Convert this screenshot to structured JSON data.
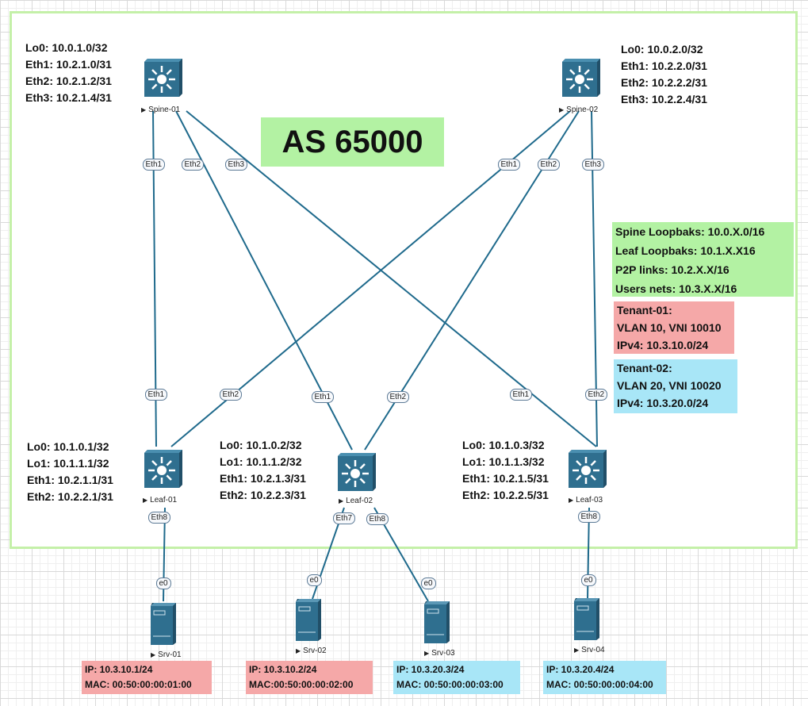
{
  "as_label": "AS 65000",
  "colors": {
    "as_border": "#c4f0a8",
    "as_title_bg": "#b3f2a3",
    "summary_bg": "#b3f2a3",
    "tenant1_bg": "#f5a8a8",
    "tenant2_bg": "#a8e6f7",
    "link": "#1f6a8c",
    "device": "#2f6f8f"
  },
  "devices": {
    "spine01": {
      "name": "Spine-01",
      "icon": "multilayer-switch-icon",
      "lines": [
        "Lo0: 10.0.1.0/32",
        "Eth1: 10.2.1.0/31",
        "Eth2: 10.2.1.2/31",
        "Eth3: 10.2.1.4/31"
      ]
    },
    "spine02": {
      "name": "Spine-02",
      "icon": "multilayer-switch-icon",
      "lines": [
        "Lo0: 10.0.2.0/32",
        "Eth1: 10.2.2.0/31",
        "Eth2: 10.2.2.2/31",
        "Eth3: 10.2.2.4/31"
      ]
    },
    "leaf01": {
      "name": "Leaf-01",
      "icon": "multilayer-switch-icon",
      "lines": [
        "Lo0: 10.1.0.1/32",
        "Lo1: 10.1.1.1/32",
        "Eth1: 10.2.1.1/31",
        "Eth2: 10.2.2.1/31"
      ]
    },
    "leaf02": {
      "name": "Leaf-02",
      "icon": "multilayer-switch-icon",
      "lines": [
        "Lo0: 10.1.0.2/32",
        "Lo1: 10.1.1.2/32",
        "Eth1: 10.2.1.3/31",
        "Eth2: 10.2.2.3/31"
      ]
    },
    "leaf03": {
      "name": "Leaf-03",
      "icon": "multilayer-switch-icon",
      "lines": [
        "Lo0: 10.1.0.3/32",
        "Lo1: 10.1.1.3/32",
        "Eth1: 10.2.1.5/31",
        "Eth2: 10.2.2.5/31"
      ]
    },
    "srv01": {
      "name": "Srv-01",
      "icon": "server-icon",
      "ip": "IP: 10.3.10.1/24",
      "mac": "MAC: 00:50:00:00:01:00"
    },
    "srv02": {
      "name": "Srv-02",
      "icon": "server-icon",
      "ip": "IP: 10.3.10.2/24",
      "mac": "MAC:00:50:00:00:02:00"
    },
    "srv03": {
      "name": "Srv-03",
      "icon": "server-icon",
      "ip": "IP: 10.3.20.3/24",
      "mac": "MAC: 00:50:00:00:03:00"
    },
    "srv04": {
      "name": "Srv-04",
      "icon": "server-icon",
      "ip": "IP: 10.3.20.4/24",
      "mac": "MAC: 00:50:00:00:04:00"
    }
  },
  "links": [
    {
      "a": "spine01",
      "a_port": "Eth1",
      "b": "leaf01",
      "b_port": "Eth1"
    },
    {
      "a": "spine01",
      "a_port": "Eth2",
      "b": "leaf02",
      "b_port": "Eth1"
    },
    {
      "a": "spine01",
      "a_port": "Eth3",
      "b": "leaf03",
      "b_port": "Eth1"
    },
    {
      "a": "spine02",
      "a_port": "Eth1",
      "b": "leaf01",
      "b_port": "Eth2"
    },
    {
      "a": "spine02",
      "a_port": "Eth2",
      "b": "leaf02",
      "b_port": "Eth2"
    },
    {
      "a": "spine02",
      "a_port": "Eth3",
      "b": "leaf03",
      "b_port": "Eth2"
    },
    {
      "a": "leaf01",
      "a_port": "Eth8",
      "b": "srv01",
      "b_port": "e0"
    },
    {
      "a": "leaf02",
      "a_port": "Eth7",
      "b": "srv02",
      "b_port": "e0"
    },
    {
      "a": "leaf02",
      "a_port": "Eth8",
      "b": "srv03",
      "b_port": "e0"
    },
    {
      "a": "leaf03",
      "a_port": "Eth8",
      "b": "srv04",
      "b_port": "e0"
    }
  ],
  "summary": [
    "Spine Loopbaks: 10.0.X.0/16",
    "Leaf Loopbaks: 10.1.X.X16",
    "P2P links: 10.2.X.X/16",
    "Users nets: 10.3.X.X/16"
  ],
  "tenant01": [
    "Tenant-01:",
    "VLAN 10, VNI 10010",
    "IPv4: 10.3.10.0/24"
  ],
  "tenant02": [
    "Tenant-02:",
    "VLAN 20, VNI 10020",
    "IPv4: 10.3.20.0/24"
  ]
}
